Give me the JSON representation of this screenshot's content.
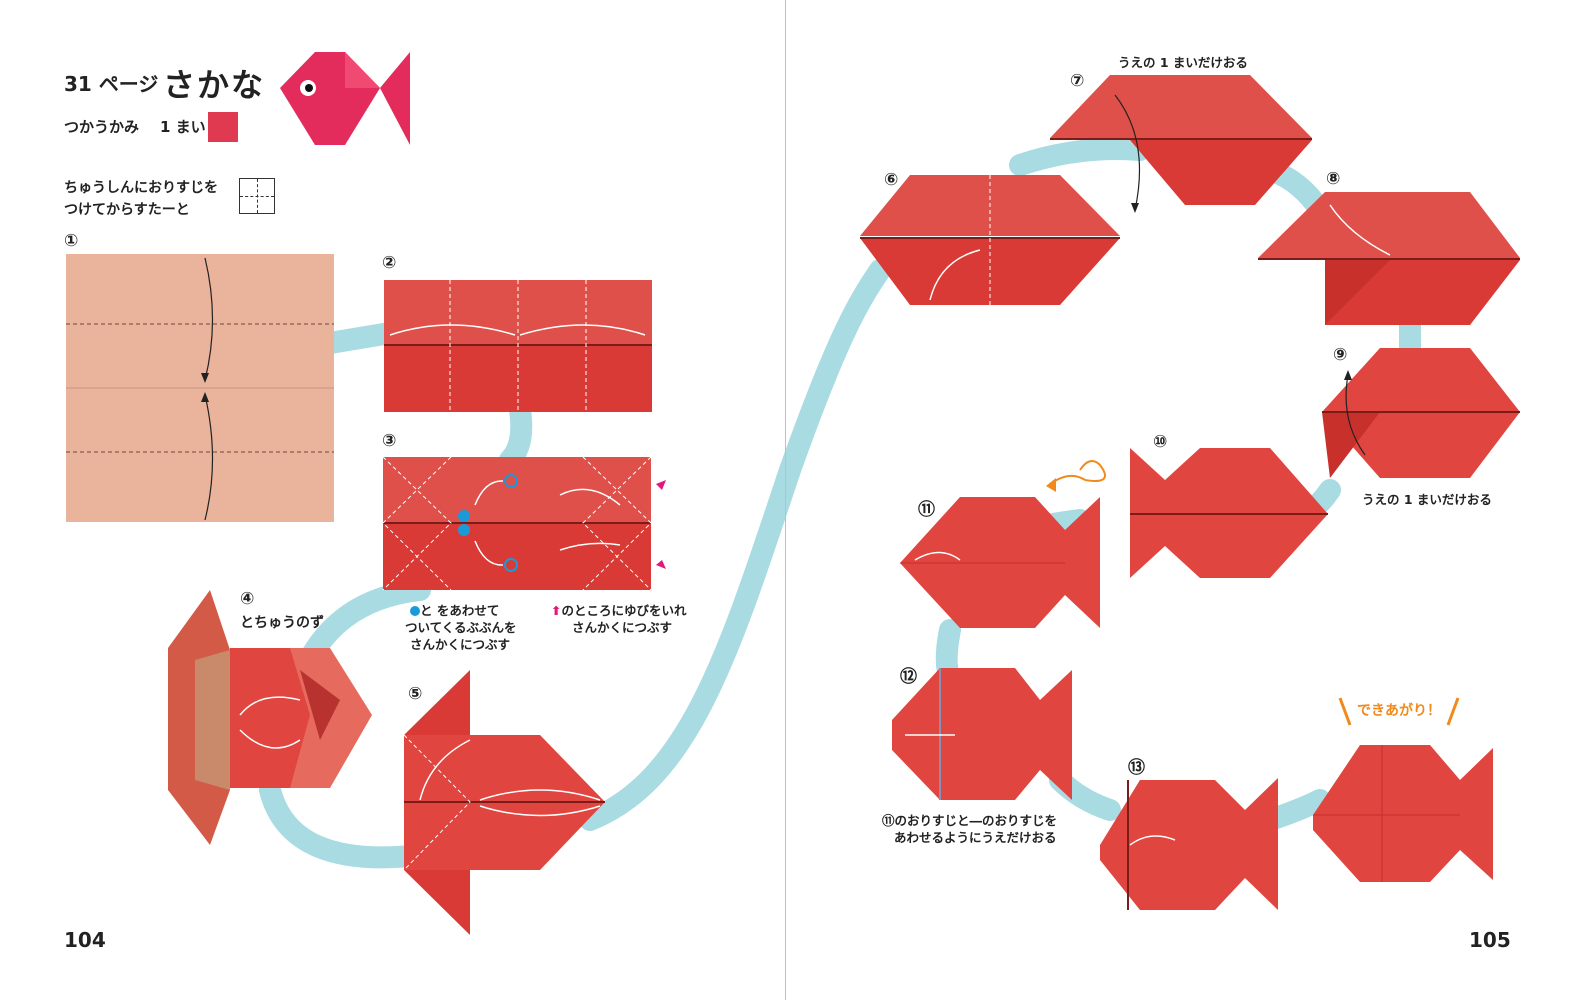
{
  "header": {
    "page_ref": "31 ページ",
    "title": "さかな",
    "paper_label": "つかうかみ",
    "paper_count": "1 まい",
    "paper_color": "#e03a50"
  },
  "prep": {
    "line1": "ちゅうしんにおりすじを",
    "line2": "つけてからすたーと"
  },
  "steps": [
    "①",
    "②",
    "③",
    "④",
    "⑤",
    "⑥",
    "⑦",
    "⑧",
    "⑨",
    "⑩",
    "⑪",
    "⑫",
    "⑬"
  ],
  "notes": {
    "step4_caption": "とちゅうのず",
    "step3_a_line1": "と をあわせて",
    "step3_a_line2": "ついてくるぶぶんを",
    "step3_a_line3": "さんかくにつぶす",
    "step3_b_line1": "のところにゆびをいれ",
    "step3_b_line2": "さんかくにつぶす",
    "step7_top": "うえの 1 まいだけおる",
    "step9_bottom": "うえの 1 まいだけおる",
    "step12_line1": "⑪のおりすじと―のおりすじを",
    "step12_line2": "あわせるようにうえだけおる",
    "done": "できあがり！"
  },
  "colors": {
    "paper_red": "#e0423c",
    "paper_back": "#e9b39c",
    "path": "#a9dbe2",
    "accent_blue": "#1a9ad8",
    "accent_pink": "#e5177e",
    "accent_orange": "#f08a1c"
  },
  "page_numbers": {
    "left": "104",
    "right": "105"
  }
}
